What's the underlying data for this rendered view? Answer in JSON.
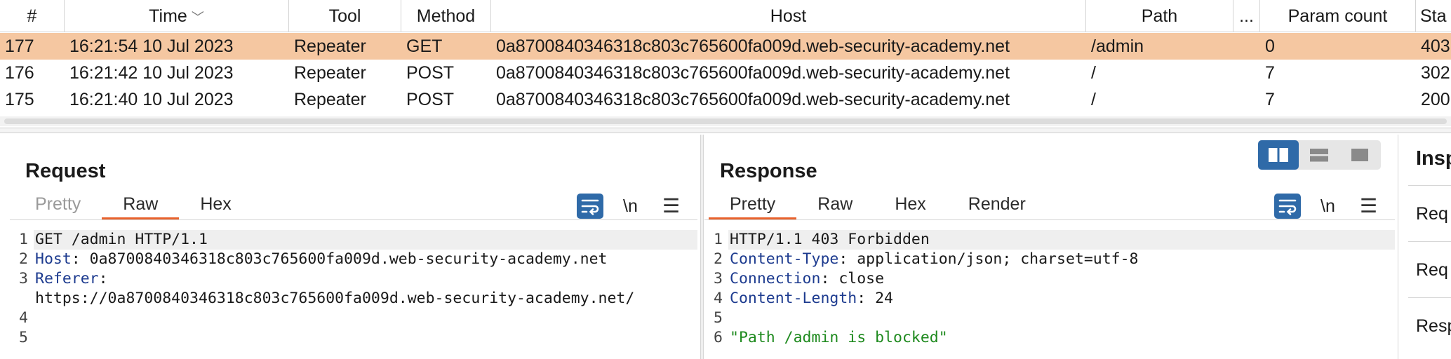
{
  "history": {
    "columns": [
      "#",
      "Time",
      "Tool",
      "Method",
      "Host",
      "Path",
      "...",
      "Param count",
      "Sta"
    ],
    "rows": [
      [
        "177",
        "16:21:54 10 Jul 2023",
        "Repeater",
        "GET",
        "0a8700840346318c803c765600fa009d.web-security-academy.net",
        "/admin",
        "",
        "0",
        "403"
      ],
      [
        "176",
        "16:21:42 10 Jul 2023",
        "Repeater",
        "POST",
        "0a8700840346318c803c765600fa009d.web-security-academy.net",
        "/",
        "",
        "7",
        "302"
      ],
      [
        "175",
        "16:21:40 10 Jul 2023",
        "Repeater",
        "POST",
        "0a8700840346318c803c765600fa009d.web-security-academy.net",
        "/",
        "",
        "7",
        "200"
      ]
    ],
    "selected_index": 0,
    "selected_color": "#f5c7a1"
  },
  "request": {
    "title": "Request",
    "tabs": [
      "Pretty",
      "Raw",
      "Hex"
    ],
    "active_tab": "Raw",
    "newline_label": "\\n",
    "lines": [
      {
        "n": "1",
        "key": "",
        "value": "GET /admin HTTP/1.1"
      },
      {
        "n": "2",
        "key": "Host",
        "value": ": 0a8700840346318c803c765600fa009d.web-security-academy.net"
      },
      {
        "n": "3",
        "key": "Referer",
        "value": ":"
      },
      {
        "n": "",
        "key": "",
        "value": "https://0a8700840346318c803c765600fa009d.web-security-academy.net/"
      },
      {
        "n": "4",
        "key": "",
        "value": ""
      },
      {
        "n": "5",
        "key": "",
        "value": ""
      }
    ]
  },
  "response": {
    "title": "Response",
    "tabs": [
      "Pretty",
      "Raw",
      "Hex",
      "Render"
    ],
    "active_tab": "Pretty",
    "newline_label": "\\n",
    "lines": [
      {
        "n": "1",
        "key": "",
        "value": "HTTP/1.1 403 Forbidden"
      },
      {
        "n": "2",
        "key": "Content-Type",
        "value": ": application/json; charset=utf-8"
      },
      {
        "n": "3",
        "key": "Connection",
        "value": ": close"
      },
      {
        "n": "4",
        "key": "Content-Length",
        "value": ": 24"
      },
      {
        "n": "5",
        "key": "",
        "value": ""
      },
      {
        "n": "6",
        "key": "",
        "value": "\"Path /admin is blocked\""
      }
    ]
  },
  "inspector": {
    "title": "Insp",
    "items": [
      "Req",
      "Req",
      "Resp"
    ]
  },
  "colors": {
    "accent": "#e8622c",
    "button_blue": "#2f6aa8",
    "header_key": "#1d3b8f",
    "string": "#1e8a1e"
  },
  "icons": {
    "sort": "chevron-down-icon",
    "wrap": "text-wrap-icon",
    "menu": "hamburger-menu-icon",
    "layout": [
      "layout-side-by-side-icon",
      "layout-stacked-icon",
      "layout-single-icon"
    ]
  }
}
